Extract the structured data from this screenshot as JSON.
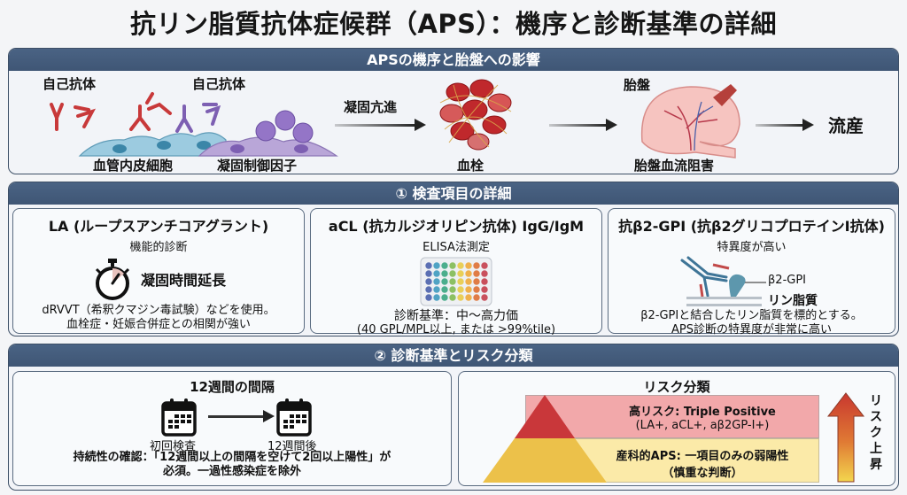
{
  "title": "抗リン脂質抗体症候群（APS）：機序と診断基準の詳細",
  "mechanism": {
    "header": "APSの機序と胎盤への影響",
    "autoantibody_label_1": "自己抗体",
    "autoantibody_label_2": "自己抗体",
    "endothelial_label": "血管内皮細胞",
    "coag_regulator_label": "凝固制御因子",
    "arrow_label": "凝固亢進",
    "thrombus_label": "血栓",
    "placenta_label": "胎盤",
    "placenta_flow_label": "胎盤血流阻害",
    "outcome_label": "流産"
  },
  "tests": {
    "header": "① 検査項目の詳細",
    "cards": [
      {
        "title": "LA (ループスアンチコアグラント)",
        "subtitle": "機能的診断",
        "icon_caption": "凝固時間延長",
        "text_1": "dRVVT（希釈クマジン毒試験）などを使用。",
        "text_2": "血栓症・妊娠合併症との相関が強い"
      },
      {
        "title": "aCL (抗カルジオリピン抗体)  IgG/IgM",
        "subtitle": "ELISA法測定",
        "text_1": "診断基準：中〜高力価",
        "text_2": "(40 GPL/MPL以上, または >99%tile)"
      },
      {
        "title": "抗β2-GPI (抗β2グリコプロテインI抗体)",
        "subtitle": "特異度が高い",
        "diagram_label_1": "β2-GPI",
        "diagram_label_2": "リン脂質",
        "text_1": "β2-GPIと結合したリン脂質を標的とする。",
        "text_2": "APS診断の特異度が非常に高い"
      }
    ]
  },
  "criteria": {
    "header": "② 診断基準とリスク分類",
    "interval": {
      "title": "12週間の間隔",
      "first_label": "初回検査",
      "second_label": "12週間後",
      "text_1": "持続性の確認：「12週間以上の間隔を空けて2回以上陽性」が",
      "text_2": "必須。一過性感染症を除外"
    },
    "risk": {
      "title": "リスク分類",
      "high_title": "高リスク: Triple Positive",
      "high_detail": "(LA+, aCL+, aβ2GP-I+)",
      "low_title": "産科的APS: 一項目のみの弱陽性",
      "low_detail": "（慎重な判断）",
      "arrow_label": "リスク上昇",
      "colors": {
        "high": "#f2a8aa",
        "low": "#fbeaa8",
        "tri_top": "#c9373a",
        "tri_bottom": "#ecc14a"
      }
    }
  },
  "icons": {
    "stopwatch": "stopwatch-icon",
    "elisa_plate": "elisa-plate-icon",
    "antibody_binding": "antibody-binding-icon",
    "calendar": "calendar-icon",
    "arrow_up": "arrow-up-icon"
  }
}
